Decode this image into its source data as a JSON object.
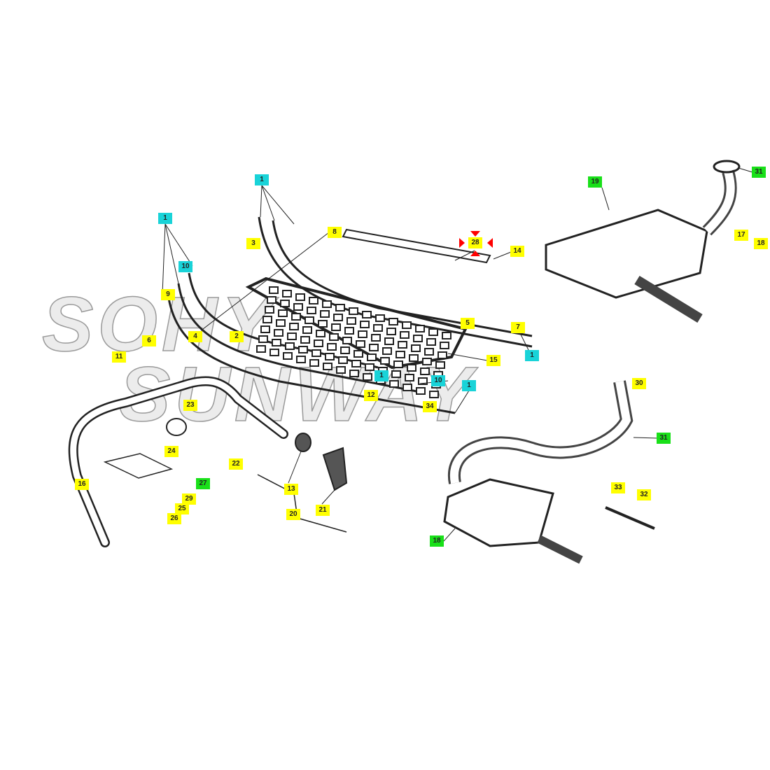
{
  "watermark": [
    "SOHY",
    "SUNWAY"
  ],
  "colors": {
    "yellow": "#ffff00",
    "cyan": "#19d3d8",
    "green": "#19e019",
    "marker": "#ff0000"
  },
  "callouts": {
    "c1a": "1",
    "c1b": "1",
    "c8": "8",
    "c3": "3",
    "c28": "28",
    "c14": "14",
    "c10a": "10",
    "c9": "9",
    "c6": "6",
    "c4": "4",
    "c2": "2",
    "c5": "5",
    "c7": "7",
    "c1c": "1",
    "c15": "15",
    "c1d": "1",
    "c10b": "10",
    "c1e": "1",
    "c12": "12",
    "c34": "34",
    "c11": "11",
    "c23": "23",
    "c24": "24",
    "c22": "22",
    "c16": "16",
    "c27": "27",
    "c29": "29",
    "c25": "25",
    "c26": "26",
    "c13": "13",
    "c20": "20",
    "c21": "21",
    "c19": "19",
    "c31a": "31",
    "c17": "17",
    "c18a": "18",
    "c30": "30",
    "c31b": "31",
    "c33": "33",
    "c32": "32",
    "c18b": "18"
  }
}
